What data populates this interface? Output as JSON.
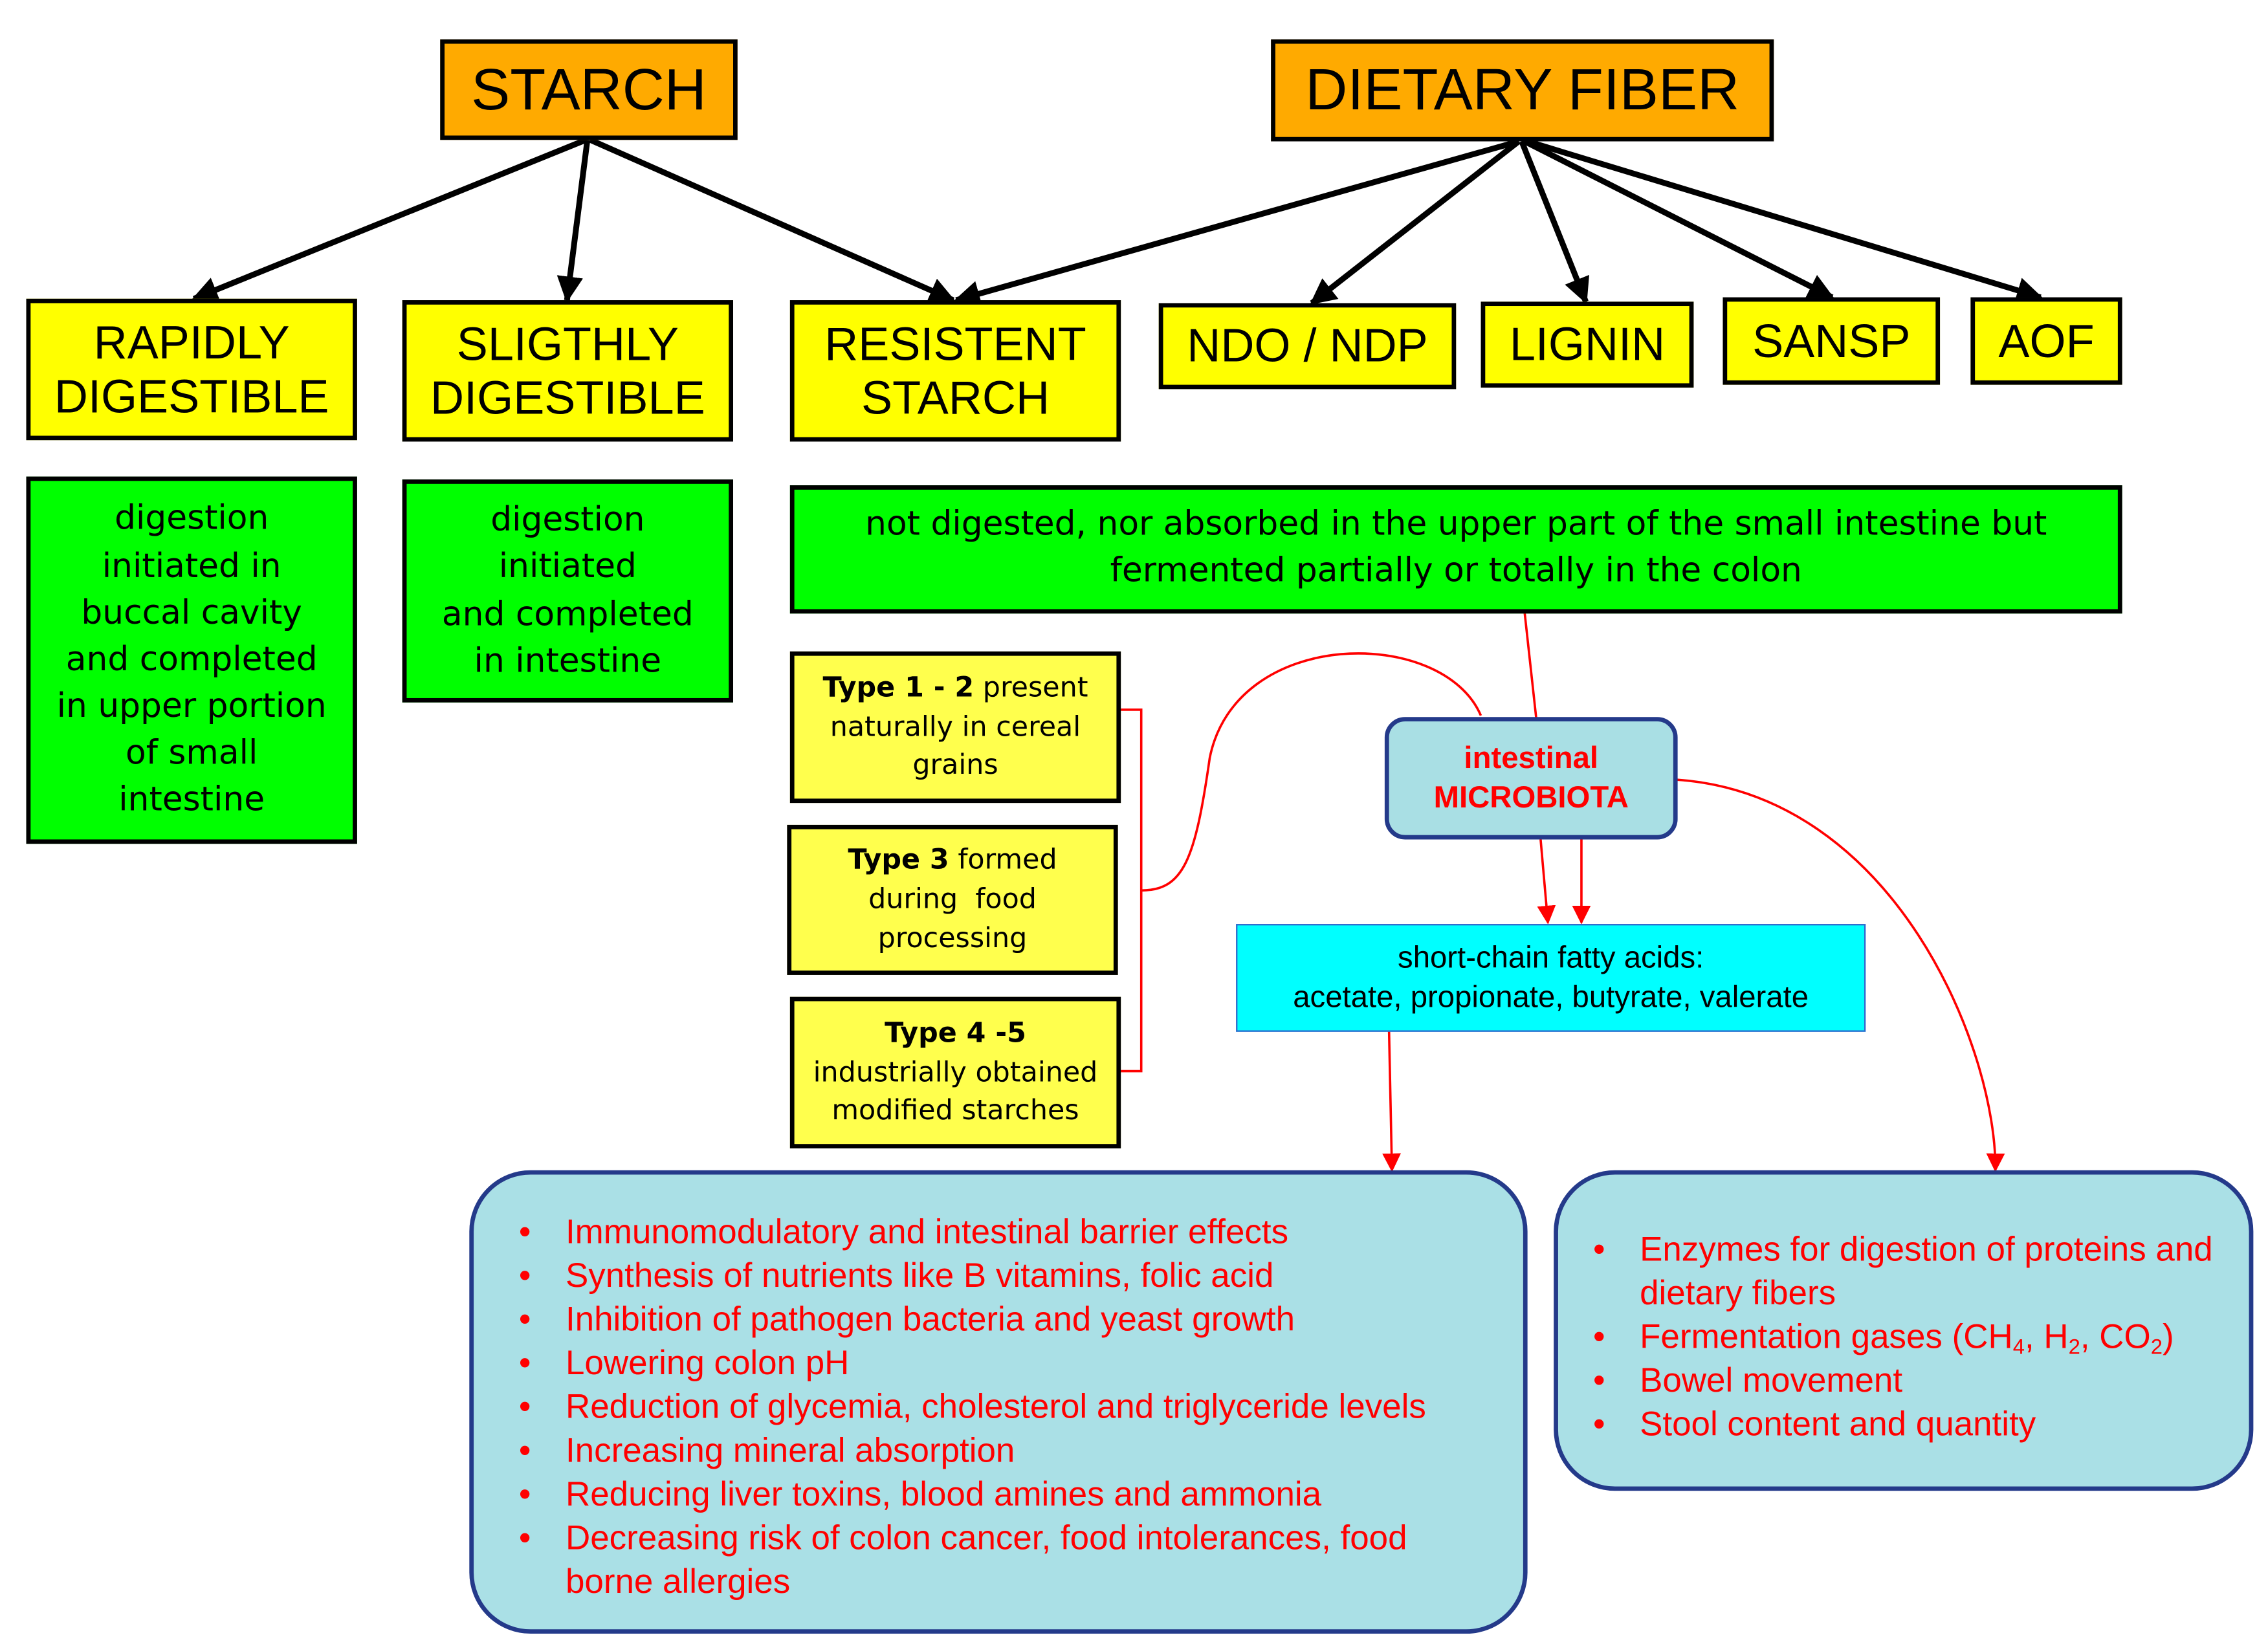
{
  "headers": {
    "starch": "STARCH",
    "dietary_fiber": "DIETARY FIBER"
  },
  "categories": {
    "rapidly_digestible": [
      "RAPIDLY",
      "DIGESTIBLE"
    ],
    "slightly_digestible": [
      "SLIGTHLY",
      "DIGESTIBLE"
    ],
    "resistent_starch": [
      "RESISTENT",
      "STARCH"
    ],
    "ndo_ndp": "NDO / NDP",
    "lignin": "LIGNIN",
    "sansp": "SANSP",
    "aof": "AOF"
  },
  "descriptions": {
    "rapidly": [
      "digestion",
      "initiated in",
      "buccal cavity",
      "and completed",
      "in upper portion",
      "of small",
      "intestine"
    ],
    "slightly": [
      "digestion",
      "initiated",
      "and completed",
      "in intestine"
    ],
    "resistant": [
      "not digested, nor absorbed in the upper part of the small intestine but",
      "fermented partially or totally in the colon"
    ]
  },
  "types": [
    {
      "bold": "Type 1 - 2",
      "rest": " present",
      "lines": [
        "naturally in cereal",
        "grains"
      ]
    },
    {
      "bold": "Type 3",
      "rest": " formed",
      "lines": [
        "during  food",
        "processing"
      ]
    },
    {
      "bold": "Type 4 -5",
      "rest": "",
      "lines": [
        "industrially obtained",
        "modified starches"
      ]
    }
  ],
  "microbiota": {
    "line1": "intestinal",
    "line2": "MICROBIOTA"
  },
  "scfa": {
    "line1": "short-chain fatty acids:",
    "line2": "acetate, propionate, butyrate, valerate"
  },
  "effects_scfa": [
    "Immunomodulatory and intestinal barrier effects",
    "Synthesis of nutrients like B vitamins, folic acid",
    "Inhibition of pathogen bacteria and yeast growth",
    "Lowering colon pH",
    "Reduction of glycemia, cholesterol and triglyceride levels",
    "Increasing mineral absorption",
    "Reducing liver toxins, blood amines and ammonia",
    "Decreasing risk of colon cancer, food intolerances, food borne allergies"
  ],
  "effects_microbiota": {
    "enzymes": "Enzymes for digestion of proteins and dietary fibers",
    "gases_prefix": "Fermentation gases (CH",
    "gases_sub1": "4",
    "gases_mid1": ", H",
    "gases_sub2": "2",
    "gases_mid2": ", CO",
    "gases_sub3": "2",
    "gases_suffix": ")",
    "bowel": "Bowel movement",
    "stool": "Stool content and quantity"
  },
  "colors": {
    "header": "#ffaa00",
    "category": "#ffff00",
    "description": "#00ff00",
    "microbiota_box": "#a9dfe4",
    "scfa_box": "#00ffff",
    "effect_text": "#ff0000",
    "border_blue": "#243a8a",
    "connector_red": "#ff0000"
  }
}
